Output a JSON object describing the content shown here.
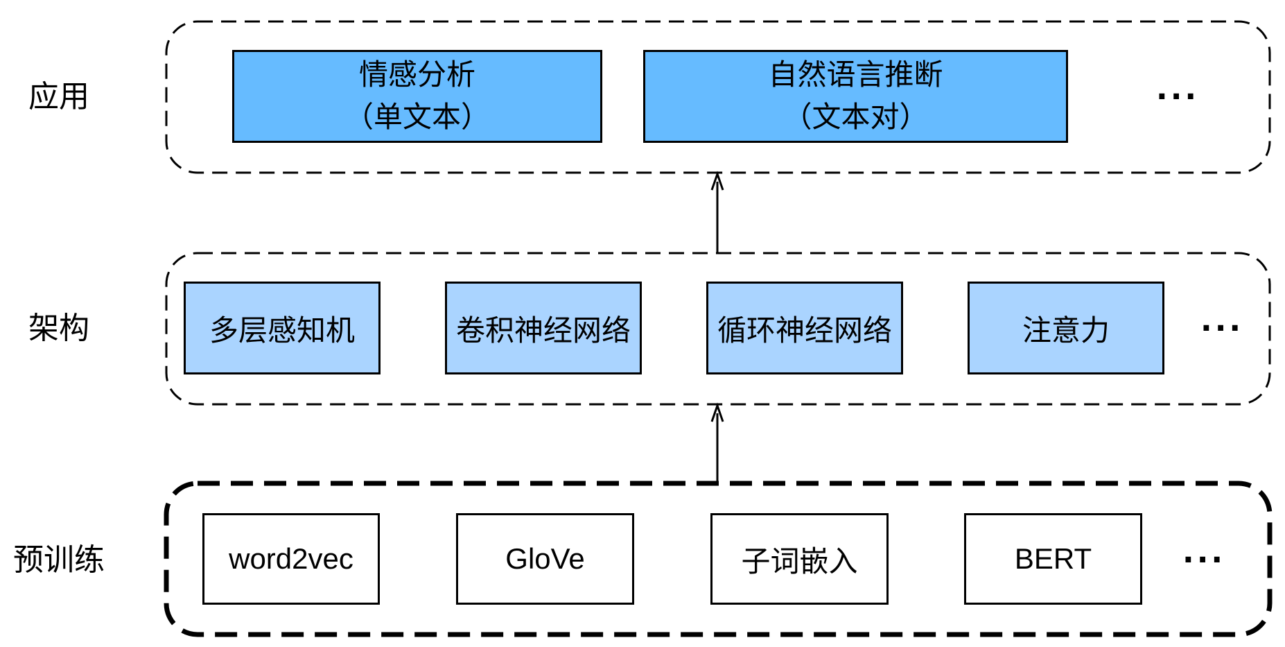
{
  "rows": {
    "application": {
      "label": "应用",
      "boxes": [
        {
          "line1": "情感分析",
          "line2": "（单文本）"
        },
        {
          "line1": "自然语言推断",
          "line2": "（文本对）"
        }
      ],
      "ellipsis": "···"
    },
    "architecture": {
      "label": "架构",
      "boxes": [
        "多层感知机",
        "卷积神经网络",
        "循环神经网络",
        "注意力"
      ],
      "ellipsis": "···"
    },
    "pretraining": {
      "label": "预训练",
      "boxes": [
        "word2vec",
        "GloVe",
        "子词嵌入",
        "BERT"
      ],
      "ellipsis": "···"
    }
  },
  "colors": {
    "application_fill": "#66bbff",
    "architecture_fill": "#aad4ff",
    "pretraining_fill": "#ffffff",
    "stroke": "#000000"
  }
}
